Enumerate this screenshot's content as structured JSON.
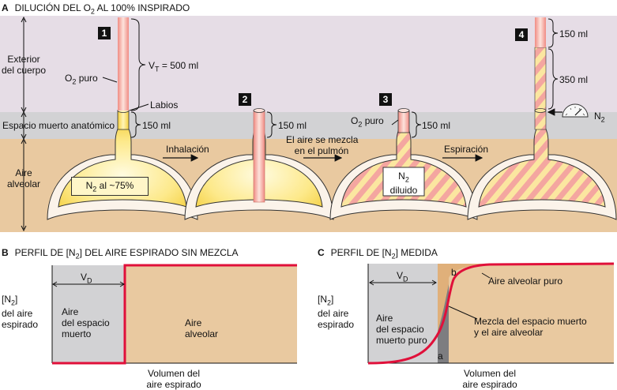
{
  "panel_a": {
    "letter": "A",
    "title_pre": "DILUCIÓN DEL O",
    "title_sub": "2",
    "title_post": " AL 100% INSPIRADO",
    "zones": {
      "exterior_l1": "Exterior",
      "exterior_l2": "del cuerpo",
      "deadspace": "Espacio muerto anatómico",
      "alveolar_l1": "Aire",
      "alveolar_l2": "alveolar"
    },
    "steps": [
      "1",
      "2",
      "3",
      "4"
    ],
    "labels": {
      "o2_puro_pre": "O",
      "o2_sub": "2",
      "o2_puro_post": " puro",
      "vt_pre": "V",
      "vt_sub": "T",
      "vt_post": " = 500 ml",
      "labios": "Labios",
      "ml150": "150 ml",
      "ml350": "350 ml",
      "n2_75_pre": "N",
      "n2_sub": "2",
      "n2_75_post": " al ~75%",
      "n2_diluido_l1_pre": "N",
      "n2_diluido_l2": "diluido",
      "n2_meter_pre": "N",
      "inhalacion": "Inhalación",
      "mezcla_l1": "El aire se mezcla",
      "mezcla_l2": "en el pulmón",
      "espiracion": "Espiración"
    }
  },
  "panel_b": {
    "letter": "B",
    "title_pre": "PERFIL DE [N",
    "title_sub": "2",
    "title_post": "] DEL AIRE ESPIRADO SIN MEZCLA",
    "ylabel_l1_pre": "[N",
    "ylabel_l1_sub": "2",
    "ylabel_l1_post": "]",
    "ylabel_l2": "del aire",
    "ylabel_l3": "espirado",
    "vd_pre": "V",
    "vd_sub": "D",
    "dead_l1": "Aire",
    "dead_l2": "del espacio",
    "dead_l3": "muerto",
    "alv_l1": "Aire",
    "alv_l2": "alveolar",
    "xlabel_l1": "Volumen del",
    "xlabel_l2": "aire espirado"
  },
  "panel_c": {
    "letter": "C",
    "title_pre": "PERFIL DE [N",
    "title_sub": "2",
    "title_post": "] MEDIDA",
    "ylabel_l1_pre": "[N",
    "ylabel_l1_sub": "2",
    "ylabel_l1_post": "]",
    "ylabel_l2": "del aire",
    "ylabel_l3": "espirado",
    "vd_pre": "V",
    "vd_sub": "D",
    "dead_l1": "Aire",
    "dead_l2": "del espacio",
    "dead_l3": "muerto puro",
    "a": "a",
    "b": "b",
    "alv_puro": "Aire alveolar puro",
    "mix_l1": "Mezcla del espacio muerto",
    "mix_l2": "y el aire alveolar",
    "xlabel_l1": "Volumen del",
    "xlabel_l2": "aire espirado"
  },
  "colors": {
    "exterior": "#e6dde6",
    "deadspace": "#d2d2d4",
    "alveolar": "#e9c9a0",
    "n2_yellow": "#fde98a",
    "o2_pink": "#f5a9a0",
    "curve_red": "#e0103a",
    "dark_grey": "#7d7d80"
  }
}
